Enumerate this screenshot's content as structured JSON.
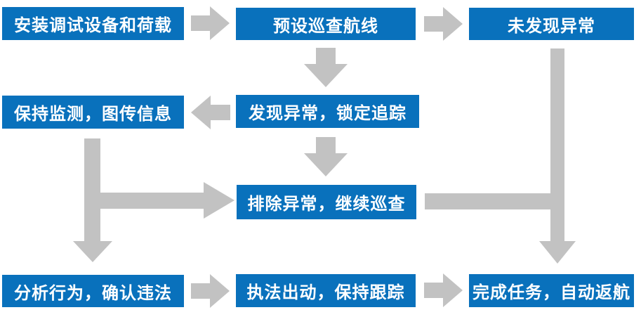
{
  "diagram": {
    "type": "flowchart",
    "colors": {
      "node_fill": "#0971BC",
      "node_text": "#FFFFFF",
      "arrow": "#C2C2C2",
      "background": "#FFFFFF"
    },
    "nodes": [
      {
        "id": "install",
        "label": "安装调试设备和荷载"
      },
      {
        "id": "preset",
        "label": "预设巡查航线"
      },
      {
        "id": "noAnomaly",
        "label": "未发现异常"
      },
      {
        "id": "monitor",
        "label": "保持监测，图传信息"
      },
      {
        "id": "found",
        "label": "发现异常，锁定追踪"
      },
      {
        "id": "resume",
        "label": "排除异常，继续巡查"
      },
      {
        "id": "analyze",
        "label": "分析行为，确认违法"
      },
      {
        "id": "enforce",
        "label": "执法出动，保持跟踪"
      },
      {
        "id": "complete",
        "label": "完成任务，自动返航"
      }
    ],
    "edges": [
      {
        "from": "安装调试设备和荷载",
        "to": "预设巡查航线",
        "direction": "right"
      },
      {
        "from": "预设巡查航线",
        "to": "未发现异常",
        "direction": "right"
      },
      {
        "from": "预设巡查航线",
        "to": "发现异常，锁定追踪",
        "direction": "down"
      },
      {
        "from": "发现异常，锁定追踪",
        "to": "保持监测，图传信息",
        "direction": "left"
      },
      {
        "from": "发现异常，锁定追踪",
        "to": "排除异常，继续巡查",
        "direction": "down"
      },
      {
        "from": "保持监测，图传信息",
        "to": "排除异常，继续巡查",
        "direction": "down-then-right"
      },
      {
        "from": "保持监测，图传信息",
        "to": "分析行为，确认违法",
        "direction": "down"
      },
      {
        "from": "排除异常，继续巡查",
        "to": "完成任务，自动返航",
        "direction": "right-merge-down"
      },
      {
        "from": "未发现异常",
        "to": "完成任务，自动返航",
        "direction": "down"
      },
      {
        "from": "分析行为，确认违法",
        "to": "执法出动，保持跟踪",
        "direction": "right"
      },
      {
        "from": "执法出动，保持跟踪",
        "to": "完成任务，自动返航",
        "direction": "right"
      }
    ]
  }
}
